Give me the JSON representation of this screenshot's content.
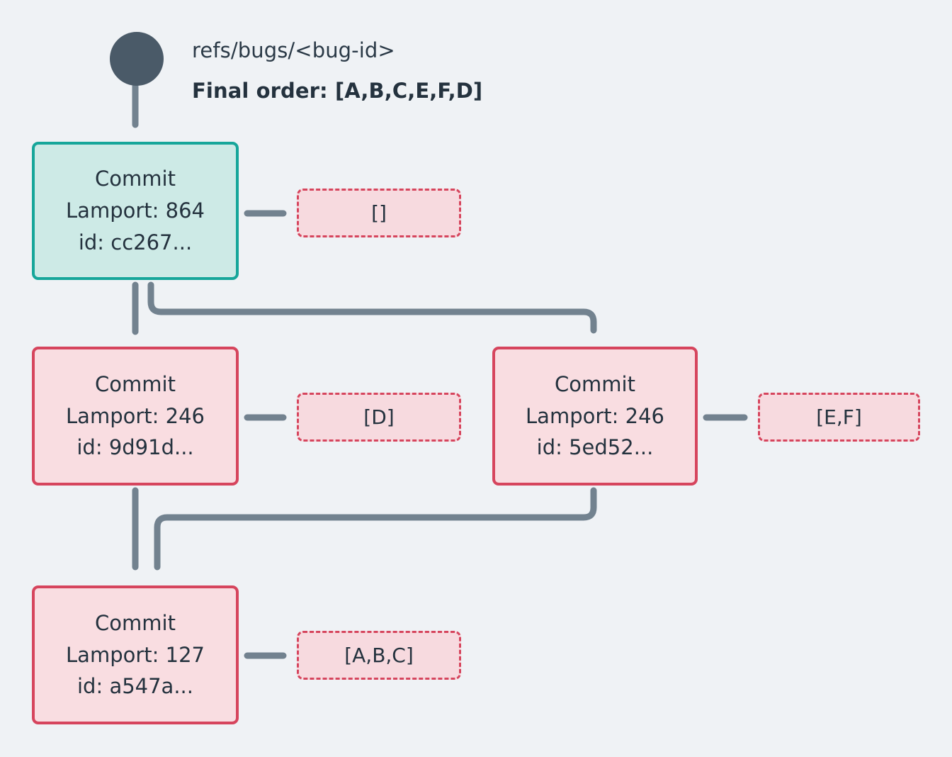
{
  "header": {
    "ref_label": "refs/bugs/<bug-id>",
    "final_order_label": "Final order: [A,B,C,E,F,D]"
  },
  "colors": {
    "background": "#eff2f5",
    "root_dot": "#4a5a68",
    "edge": "#72828f",
    "head_node_border": "#16a69a",
    "head_node_fill": "#cdeae6",
    "commit_border": "#d6455d",
    "commit_fill": "#f9dde1",
    "oplist_fill": "#f7dadf",
    "text": "#24323e"
  },
  "nodes": [
    {
      "id": "cc267",
      "title": "Commit",
      "lamport": "Lamport: 864",
      "commit_id": "id: cc267...",
      "kind": "head"
    },
    {
      "id": "9d91d",
      "title": "Commit",
      "lamport": "Lamport: 246",
      "commit_id": "id: 9d91d...",
      "kind": "commit"
    },
    {
      "id": "5ed52",
      "title": "Commit",
      "lamport": "Lamport: 246",
      "commit_id": "id: 5ed52...",
      "kind": "commit"
    },
    {
      "id": "a547a",
      "title": "Commit",
      "lamport": "Lamport: 127",
      "commit_id": "id: a547a...",
      "kind": "commit"
    }
  ],
  "oplists": [
    {
      "id": "empty",
      "label": "[]",
      "for_node": "cc267"
    },
    {
      "id": "d",
      "label": "[D]",
      "for_node": "9d91d"
    },
    {
      "id": "ef",
      "label": "[E,F]",
      "for_node": "5ed52"
    },
    {
      "id": "abc",
      "label": "[A,B,C]",
      "for_node": "a547a"
    }
  ],
  "edges": [
    {
      "from": "root",
      "to": "cc267",
      "style": "straight-down"
    },
    {
      "from": "cc267",
      "to": "9d91d",
      "style": "straight-down"
    },
    {
      "from": "cc267",
      "to": "5ed52",
      "style": "elbow-right"
    },
    {
      "from": "9d91d",
      "to": "a547a",
      "style": "straight-down"
    },
    {
      "from": "5ed52",
      "to": "a547a",
      "style": "elbow-left"
    },
    {
      "from": "cc267",
      "to": "oplist-empty",
      "style": "arrow-right"
    },
    {
      "from": "9d91d",
      "to": "oplist-d",
      "style": "arrow-right"
    },
    {
      "from": "5ed52",
      "to": "oplist-ef",
      "style": "arrow-right"
    },
    {
      "from": "a547a",
      "to": "oplist-abc",
      "style": "arrow-right"
    }
  ]
}
